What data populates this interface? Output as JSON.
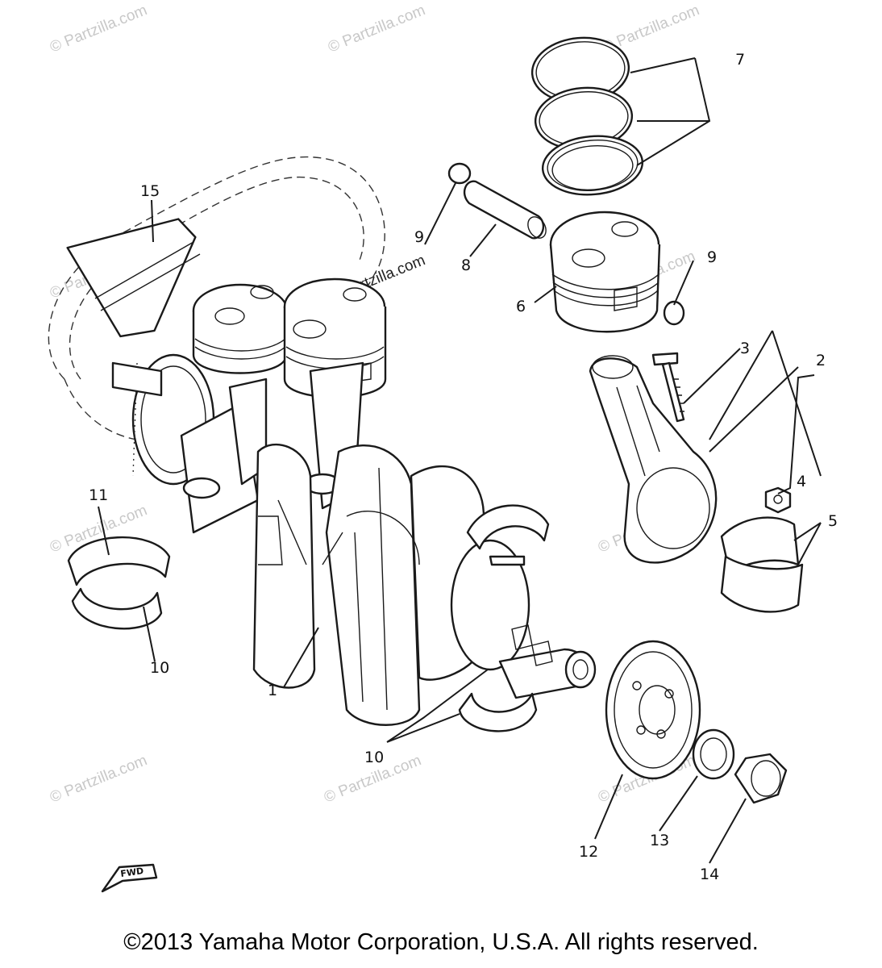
{
  "diagram": {
    "callouts": [
      {
        "id": "c1",
        "label": "1"
      },
      {
        "id": "c2",
        "label": "2"
      },
      {
        "id": "c3",
        "label": "3"
      },
      {
        "id": "c4",
        "label": "4"
      },
      {
        "id": "c5",
        "label": "5"
      },
      {
        "id": "c6",
        "label": "6"
      },
      {
        "id": "c7",
        "label": "7"
      },
      {
        "id": "c8",
        "label": "8"
      },
      {
        "id": "c9a",
        "label": "9"
      },
      {
        "id": "c9b",
        "label": "9"
      },
      {
        "id": "c10a",
        "label": "10"
      },
      {
        "id": "c10b",
        "label": "10"
      },
      {
        "id": "c11",
        "label": "11"
      },
      {
        "id": "c12",
        "label": "12"
      },
      {
        "id": "c13",
        "label": "13"
      },
      {
        "id": "c14",
        "label": "14"
      },
      {
        "id": "c15",
        "label": "15"
      }
    ],
    "fwd_label": "FWD",
    "watermark": "© Partzilla.com"
  },
  "footer": {
    "copyright": "©2013  Yamaha Motor Corporation, U.S.A. All rights reserved."
  }
}
